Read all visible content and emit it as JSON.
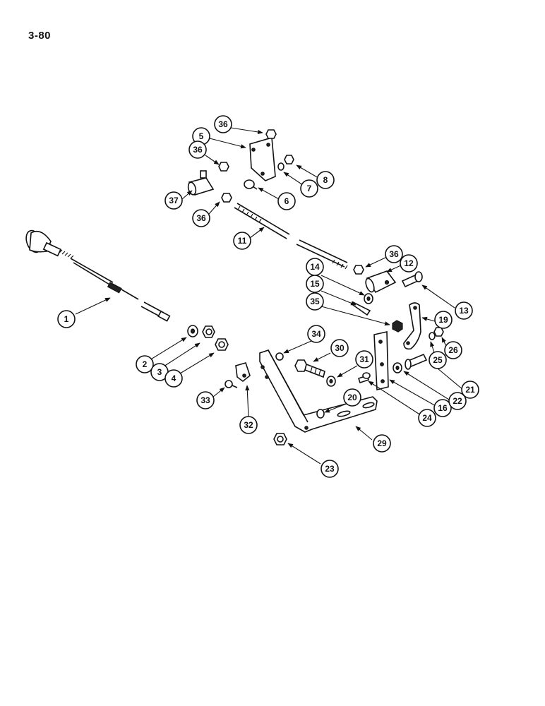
{
  "page_number": "3-80",
  "callouts": {
    "c1": "1",
    "c2": "2",
    "c3": "3",
    "c4": "4",
    "c5": "5",
    "c6": "6",
    "c7": "7",
    "c8": "8",
    "c11": "11",
    "c12": "12",
    "c13": "13",
    "c14": "14",
    "c15": "15",
    "c16": "16",
    "c19": "19",
    "c20": "20",
    "c21": "21",
    "c22": "22",
    "c23": "23",
    "c24": "24",
    "c25": "25",
    "c26": "26",
    "c29": "29",
    "c30": "30",
    "c31": "31",
    "c32": "32",
    "c33": "33",
    "c34": "34",
    "c35": "35",
    "c36a": "36",
    "c36b": "36",
    "c36c": "36",
    "c36d": "36",
    "c37": "37"
  }
}
